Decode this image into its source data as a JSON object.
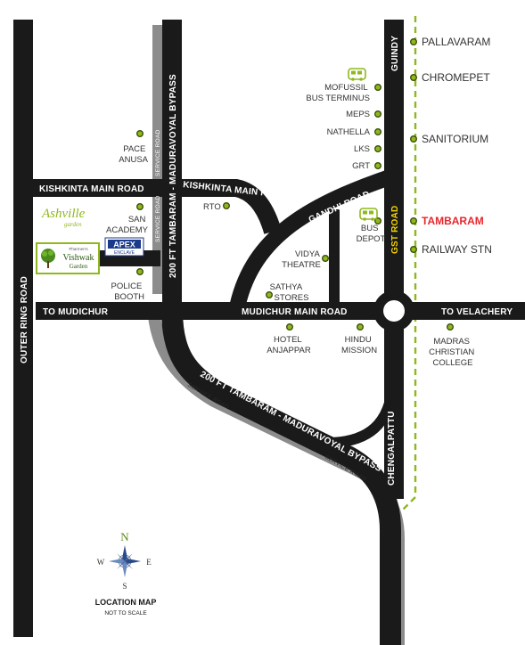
{
  "roads": {
    "outer_ring": "OUTER RING ROAD",
    "kishkinta_west": "KISHKINTA MAIN ROAD",
    "kishkinta_east": "KISHKINTA MAIN ROAD",
    "bypass_vertical": "200 FT TAMBARAM - MADURAVOYAL BYPASS",
    "bypass_diagonal": "200 FT TAMBARAM - MADURAVOYAL BYPASS",
    "service_road": "SERVICE ROAD",
    "gandhi": "GANDHI ROAD",
    "gst": "GST ROAD",
    "guindy": "GUINDY",
    "to_mudichur": "TO MUDICHUR",
    "mudichur_main": "MUDICHUR MAIN ROAD",
    "to_velachery": "TO VELACHERY",
    "chengalpattu": "CHENGALPATTU"
  },
  "landmarks": {
    "pace_anusa": [
      "PACE",
      "ANUSA"
    ],
    "san_academy": [
      "SAN",
      "ACADEMY"
    ],
    "police_booth": [
      "POLICE",
      "BOOTH"
    ],
    "rto": "RTO",
    "vidya_theatre": [
      "VIDYA",
      "THEATRE"
    ],
    "sathya_stores": [
      "SATHYA",
      "STORES"
    ],
    "hotel_anjappar": [
      "HOTEL",
      "ANJAPPAR"
    ],
    "hindu_mission": [
      "HINDU",
      "MISSION"
    ],
    "mofussil": [
      "MOFUSSIL",
      "BUS TERMINUS"
    ],
    "meps": "MEPS",
    "nathella": "NATHELLA",
    "lks": "LKS",
    "grt": "GRT",
    "bus_depot": [
      "BUS",
      "DEPOT"
    ],
    "madras_christian_college": [
      "MADRAS",
      "CHRISTIAN",
      "COLLEGE"
    ]
  },
  "railway_stations": {
    "pallavaram": "PALLAVARAM",
    "chromepet": "CHROMEPET",
    "sanitorium": "SANITORIUM",
    "tambaram": "TAMBARAM",
    "railway_stn": "RAILWAY STN"
  },
  "logos": {
    "ashville": "Ashville",
    "ashville_sub": "garden",
    "apex": "APEX",
    "apex_sub": "ENCLAVE",
    "vishwak_top": "Pharmen's",
    "vishwak": "Vishwak",
    "vishwak_sub": "Garden"
  },
  "compass": {
    "n": "N",
    "s": "S",
    "e": "E",
    "w": "W"
  },
  "caption": {
    "title": "LOCATION MAP",
    "subtitle": "NOT TO SCALE"
  },
  "colors": {
    "road": "#1a1a1a",
    "service_road": "#8c8c8c",
    "rail_line": "#8fb81e",
    "highlight_station": "#e8262b",
    "road_label_highlight": "#f2d200",
    "landmark_dot": "#8fb81e"
  }
}
